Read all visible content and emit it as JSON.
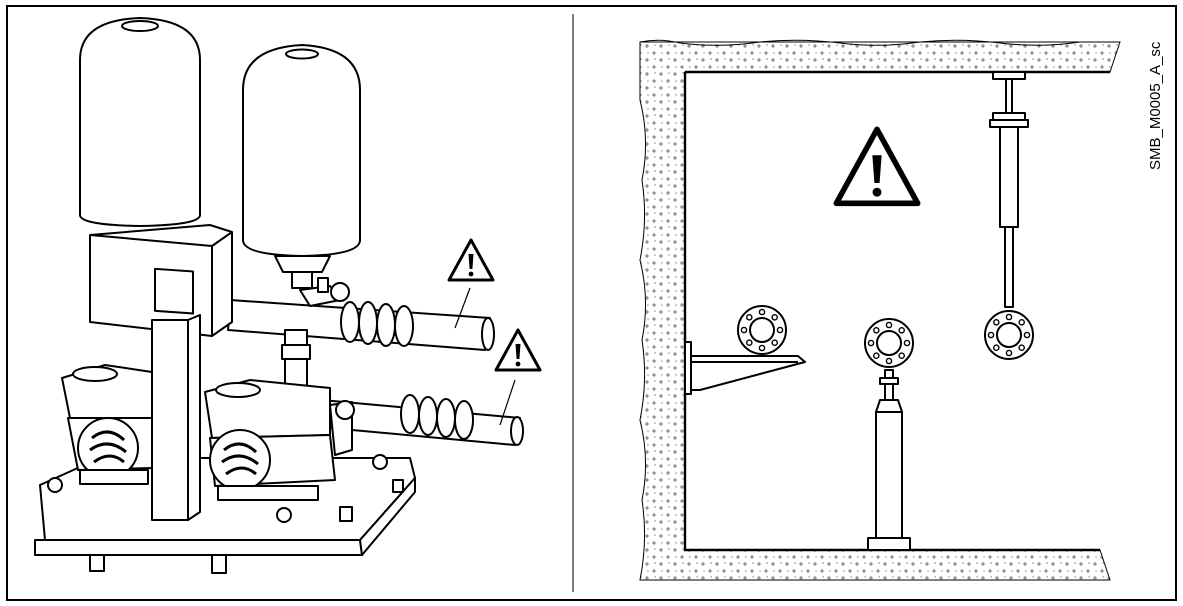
{
  "figure": {
    "reference_code": "SMB_M0005_A_sc",
    "panels": [
      {
        "name": "booster-set-with-supported-pipes",
        "warning_icons": 2
      },
      {
        "name": "pipe-support-methods",
        "warning_icons": 1
      }
    ],
    "colors": {
      "line": "#000000",
      "background": "#ffffff",
      "wall_hatch": "#f4f4f4"
    },
    "icons": [
      "warning-triangle-icon"
    ]
  }
}
